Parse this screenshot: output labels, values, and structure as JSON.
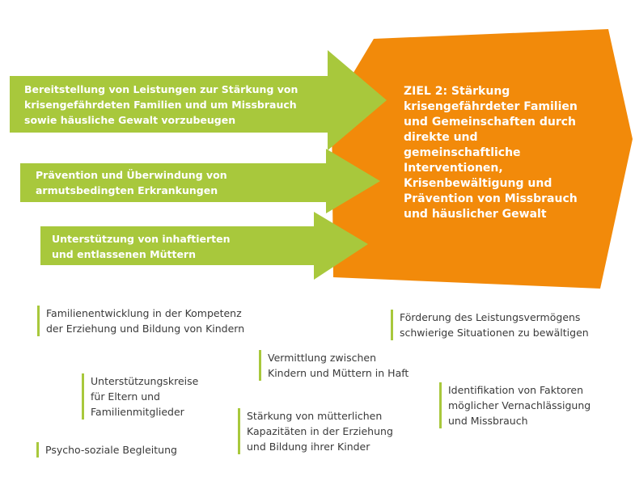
{
  "colors": {
    "goal_shape": "#f28a0a",
    "arrow": "#a8c83c",
    "measure_bar": "#a8c83c",
    "measure_text": "#3a3a3a",
    "on_shape_text": "#ffffff"
  },
  "goal": {
    "lines": [
      "ZIEL 2: Stärkung",
      "krisengefährdeter Familien",
      "und Gemeinschaften durch",
      "direkte und",
      "gemeinschaftliche",
      "Interventionen,",
      "Krisenbewältigung und",
      "Prävention von Missbrauch",
      "und häuslicher Gewalt"
    ]
  },
  "arrows": [
    {
      "lines": [
        "Bereitstellung von Leistungen zur Stärkung von",
        "krisengefährdeten Familien und um Missbrauch",
        "sowie häusliche Gewalt vorzubeugen"
      ]
    },
    {
      "lines": [
        "Prävention und Überwindung von",
        "armutsbedingten Erkrankungen"
      ]
    },
    {
      "lines": [
        "Unterstützung von inhaftierten",
        "und entlassenen Müttern"
      ]
    }
  ],
  "measures": [
    {
      "lines": [
        "Familienentwicklung in der Kompetenz",
        "der Erziehung und Bildung von Kindern"
      ]
    },
    {
      "lines": [
        "Förderung des Leistungsvermögens",
        "schwierige Situationen zu bewältigen"
      ]
    },
    {
      "lines": [
        "Vermittlung zwischen",
        "Kindern und Müttern in Haft"
      ]
    },
    {
      "lines": [
        "Unterstützungskreise",
        "für Eltern und",
        "Familienmitglieder"
      ]
    },
    {
      "lines": [
        "Identifikation von Faktoren",
        "möglicher Vernachlässigung",
        "und Missbrauch"
      ]
    },
    {
      "lines": [
        "Stärkung von mütterlichen",
        "Kapazitäten in der Erziehung",
        "und Bildung ihrer Kinder"
      ]
    },
    {
      "lines": [
        "Psycho-soziale Begleitung"
      ]
    }
  ]
}
